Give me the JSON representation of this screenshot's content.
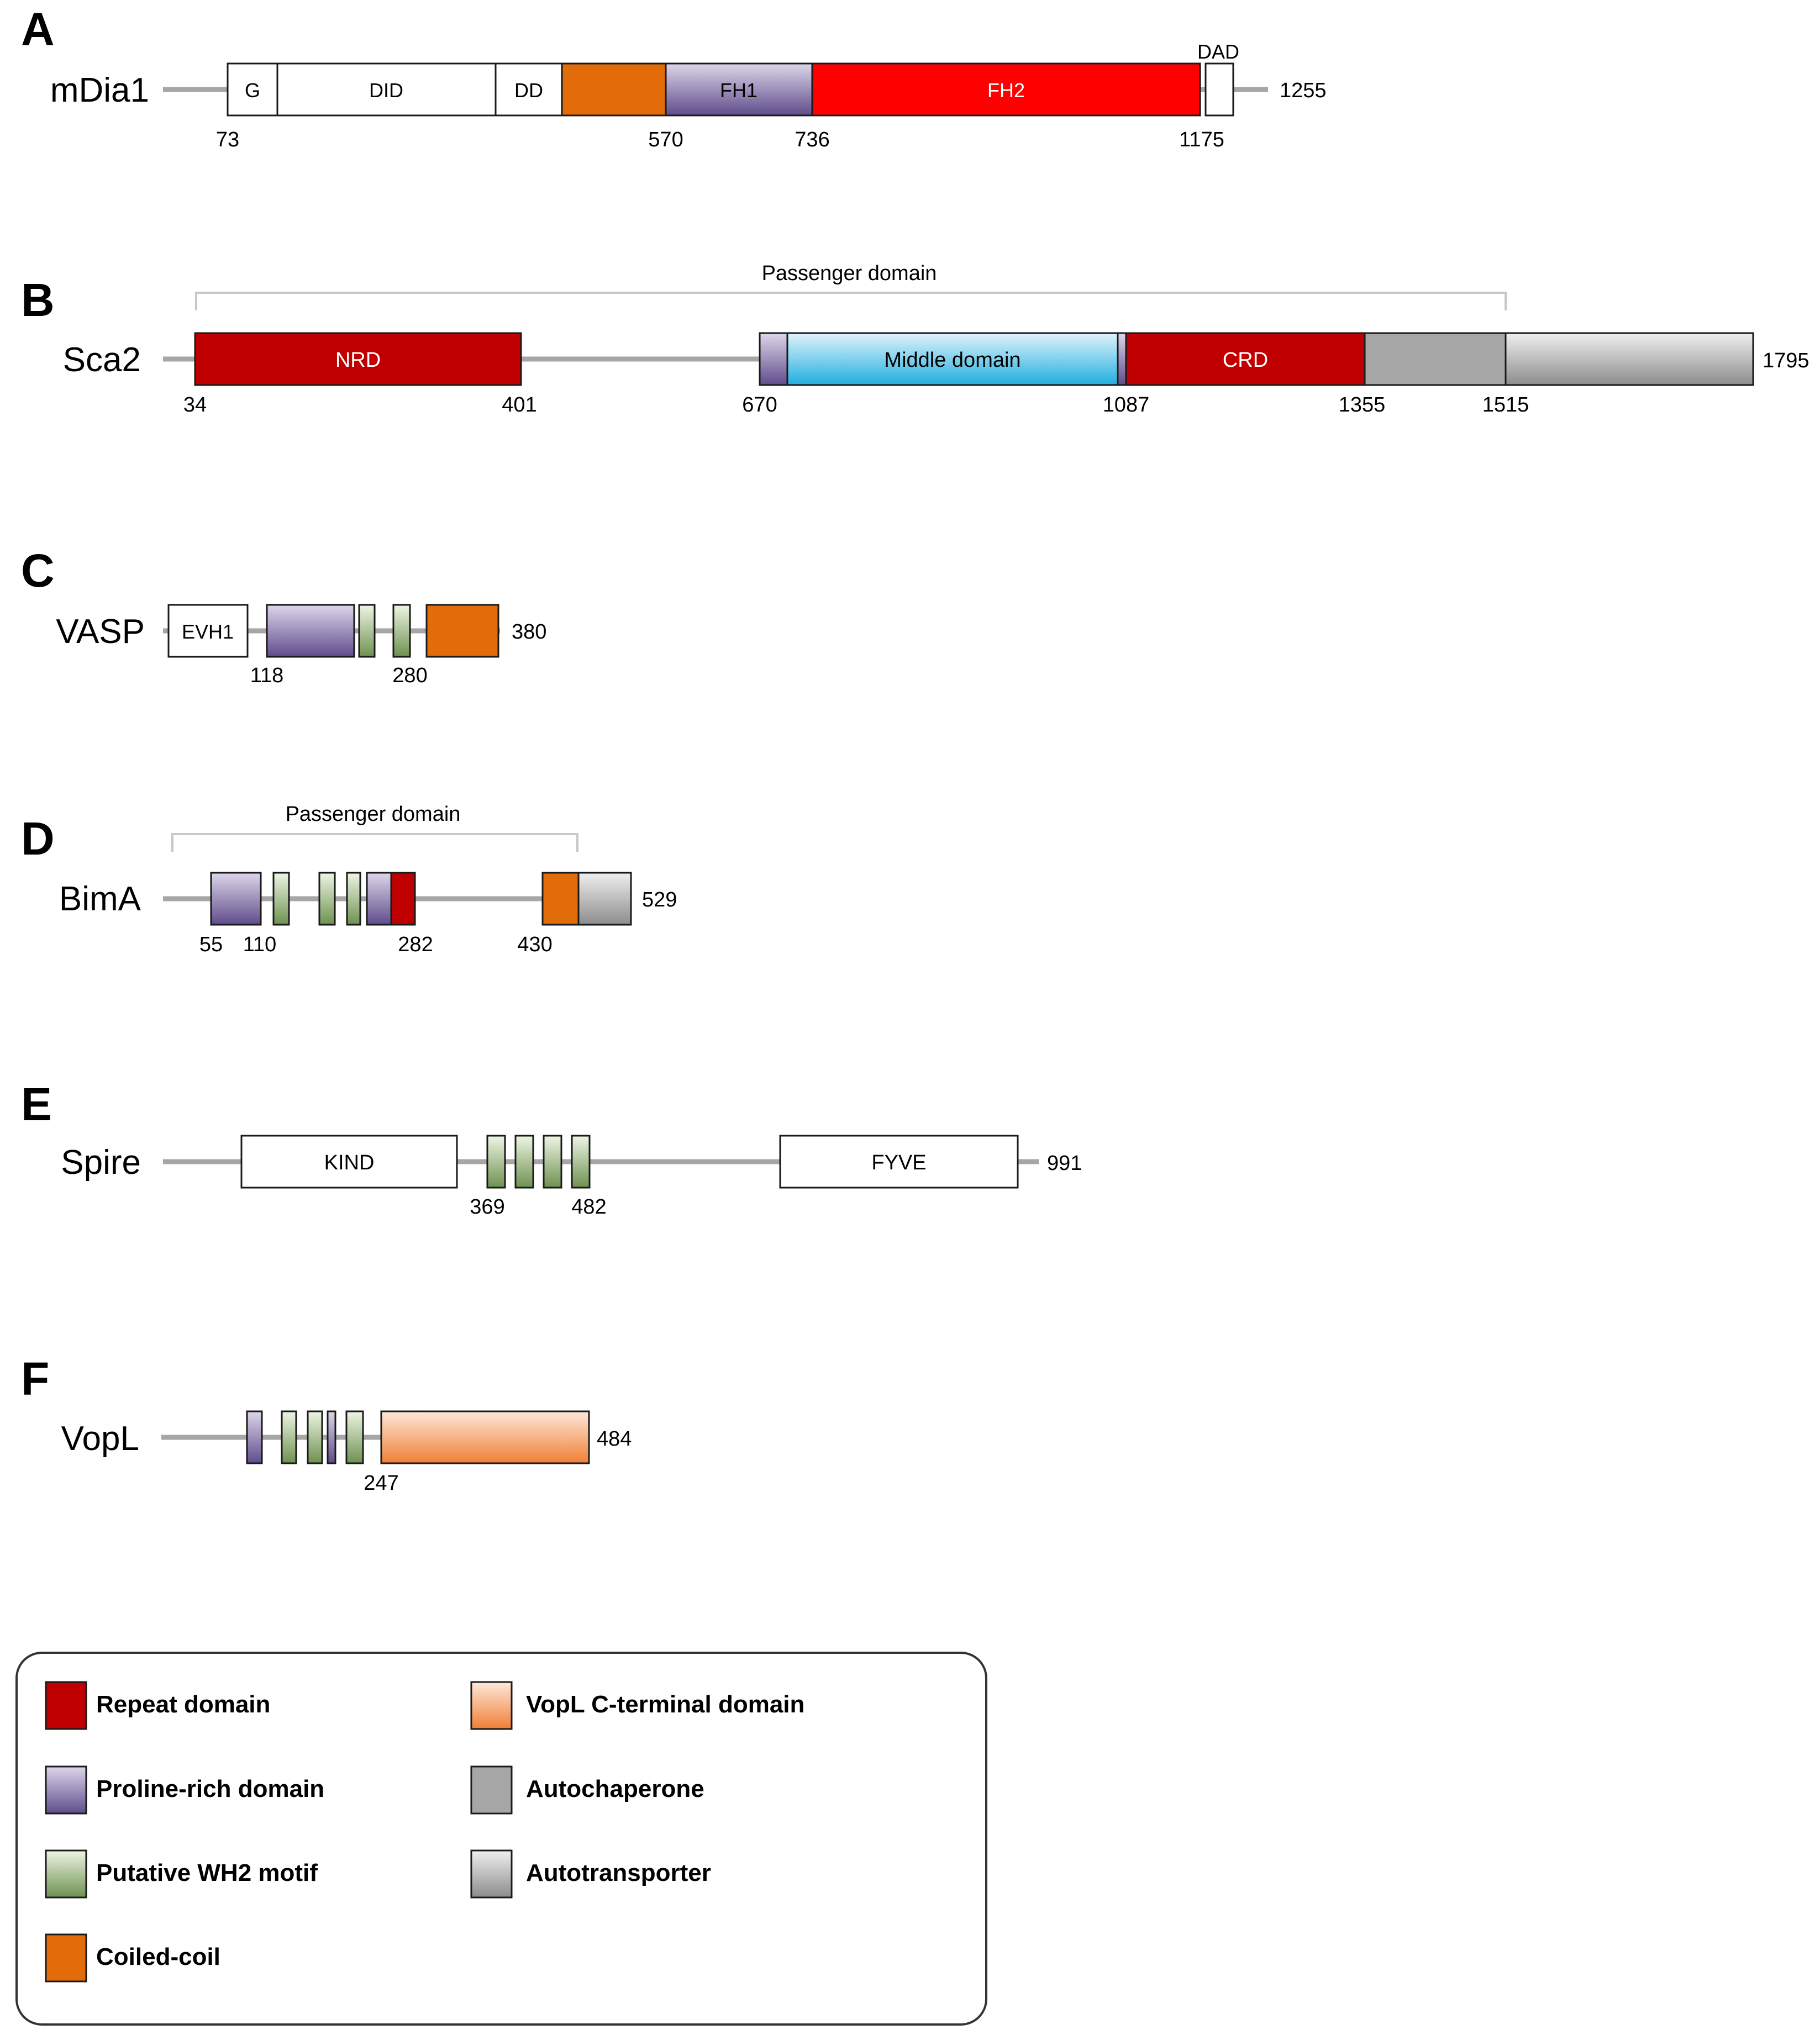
{
  "colors": {
    "backbone": "#a6a6a6",
    "outline": "#1a1a1a",
    "bracket": "#c8c8c8",
    "white_domain": "#ffffff",
    "mdia1_coiled_coil": "#e36c0a",
    "fh2": "#ff0000",
    "repeat_domain": "#c00000",
    "proline_rich_light": "#ddd6ea",
    "proline_rich_dark": "#5f4c8c",
    "wh2_light": "#eef5e4",
    "wh2_dark": "#6e9150",
    "middle_light": "#dff3fb",
    "middle_dark": "#22aee0",
    "autochaperone": "#a6a6a6",
    "autotransporter_light": "#efefef",
    "autotransporter_dark": "#8c8c8c",
    "vopl_light": "#fde8d8",
    "vopl_dark": "#f07f37",
    "coiled_coil": "#e36c0a"
  },
  "panels": [
    {
      "letter": "A",
      "protein": "mDia1",
      "length_label": "1255",
      "bracket": "",
      "domains": [
        {
          "label": "G",
          "style": "white"
        },
        {
          "label": "DID",
          "style": "white"
        },
        {
          "label": "DD",
          "style": "white"
        },
        {
          "label": "",
          "style": "mdia1_coiled_coil"
        },
        {
          "label": "FH1",
          "style": "proline_rich"
        },
        {
          "label": "FH2",
          "style": "fh2"
        },
        {
          "label": "",
          "style": "white"
        }
      ],
      "above_labels": [
        "DAD"
      ],
      "positions": [
        "73",
        "570",
        "736",
        "1175"
      ]
    },
    {
      "letter": "B",
      "protein": "Sca2",
      "length_label": "1795",
      "bracket": "Passenger domain",
      "domains": [
        {
          "label": "NRD",
          "style": "repeat"
        },
        {
          "label": "",
          "style": "proline_rich"
        },
        {
          "label": "Middle domain",
          "style": "middle"
        },
        {
          "label": "",
          "style": "proline_rich"
        },
        {
          "label": "CRD",
          "style": "repeat"
        },
        {
          "label": "",
          "style": "autochaperone"
        },
        {
          "label": "",
          "style": "autotransporter"
        }
      ],
      "positions": [
        "34",
        "401",
        "670",
        "1087",
        "1355",
        "1515"
      ]
    },
    {
      "letter": "C",
      "protein": "VASP",
      "length_label": "380",
      "bracket": "",
      "domains": [
        {
          "label": "EVH1",
          "style": "white"
        },
        {
          "label": "",
          "style": "proline_rich"
        },
        {
          "label": "",
          "style": "wh2"
        },
        {
          "label": "",
          "style": "wh2"
        },
        {
          "label": "",
          "style": "coiled_coil"
        }
      ],
      "positions": [
        "118",
        "280"
      ]
    },
    {
      "letter": "D",
      "protein": "BimA",
      "length_label": "529",
      "bracket": "Passenger domain",
      "domains": [
        {
          "label": "",
          "style": "proline_rich"
        },
        {
          "label": "",
          "style": "wh2"
        },
        {
          "label": "",
          "style": "wh2"
        },
        {
          "label": "",
          "style": "wh2"
        },
        {
          "label": "",
          "style": "proline_rich"
        },
        {
          "label": "",
          "style": "repeat"
        },
        {
          "label": "",
          "style": "coiled_coil"
        },
        {
          "label": "",
          "style": "autotransporter"
        }
      ],
      "positions": [
        "55",
        "110",
        "282",
        "430"
      ]
    },
    {
      "letter": "E",
      "protein": "Spire",
      "length_label": "991",
      "bracket": "",
      "domains": [
        {
          "label": "KIND",
          "style": "white"
        },
        {
          "label": "",
          "style": "wh2"
        },
        {
          "label": "",
          "style": "wh2"
        },
        {
          "label": "",
          "style": "wh2"
        },
        {
          "label": "",
          "style": "wh2"
        },
        {
          "label": "FYVE",
          "style": "white"
        }
      ],
      "positions": [
        "369",
        "482"
      ]
    },
    {
      "letter": "F",
      "protein": "VopL",
      "length_label": "484",
      "bracket": "",
      "domains": [
        {
          "label": "",
          "style": "proline_rich"
        },
        {
          "label": "",
          "style": "wh2"
        },
        {
          "label": "",
          "style": "wh2"
        },
        {
          "label": "",
          "style": "proline_rich"
        },
        {
          "label": "",
          "style": "wh2"
        },
        {
          "label": "",
          "style": "vopl"
        }
      ],
      "positions": [
        "247"
      ]
    }
  ],
  "legend": {
    "items": [
      {
        "label": "Repeat domain",
        "style": "repeat"
      },
      {
        "label": "Proline-rich domain",
        "style": "proline_rich"
      },
      {
        "label": "Putative WH2 motif",
        "style": "wh2"
      },
      {
        "label": "Coiled-coil",
        "style": "coiled_coil"
      },
      {
        "label": "VopL C-terminal domain",
        "style": "vopl"
      },
      {
        "label": "Autochaperone",
        "style": "autochaperone"
      },
      {
        "label": "Autotransporter",
        "style": "autotransporter"
      }
    ]
  }
}
